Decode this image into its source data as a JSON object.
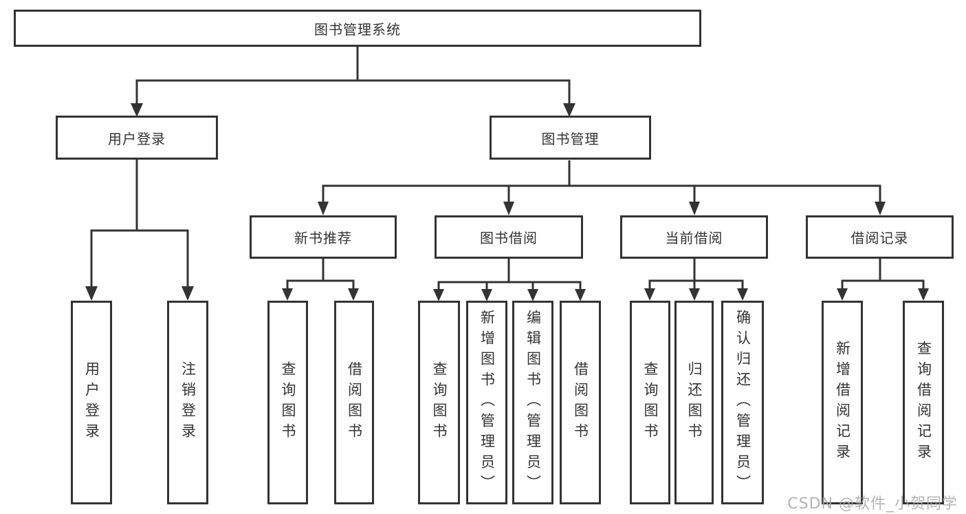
{
  "tree": {
    "root": {
      "label": "图书管理系统"
    },
    "branches": [
      {
        "label": "用户登录",
        "children": [
          {
            "label": "用户登录"
          },
          {
            "label": "注销登录"
          }
        ]
      },
      {
        "label": "图书管理",
        "children": [
          {
            "label": "新书推荐",
            "children": [
              {
                "label": "查询图书"
              },
              {
                "label": "借阅图书"
              }
            ]
          },
          {
            "label": "图书借阅",
            "children": [
              {
                "label": "查询图书"
              },
              {
                "label": "新增图书（管理员）"
              },
              {
                "label": "编辑图书（管理员）"
              },
              {
                "label": "借阅图书"
              }
            ]
          },
          {
            "label": "当前借阅",
            "children": [
              {
                "label": "查询图书"
              },
              {
                "label": "归还图书"
              },
              {
                "label": "确认归还（管理员）"
              }
            ]
          },
          {
            "label": "借阅记录",
            "children": [
              {
                "label": "新增借阅记录"
              },
              {
                "label": "查询借阅记录"
              }
            ]
          }
        ]
      }
    ]
  },
  "watermark": {
    "text": "CSDN @软件_小贺同学"
  },
  "colors": {
    "line": "#333333",
    "text": "#333333",
    "watermark": "#a7a7a7",
    "background": "#ffffff"
  }
}
